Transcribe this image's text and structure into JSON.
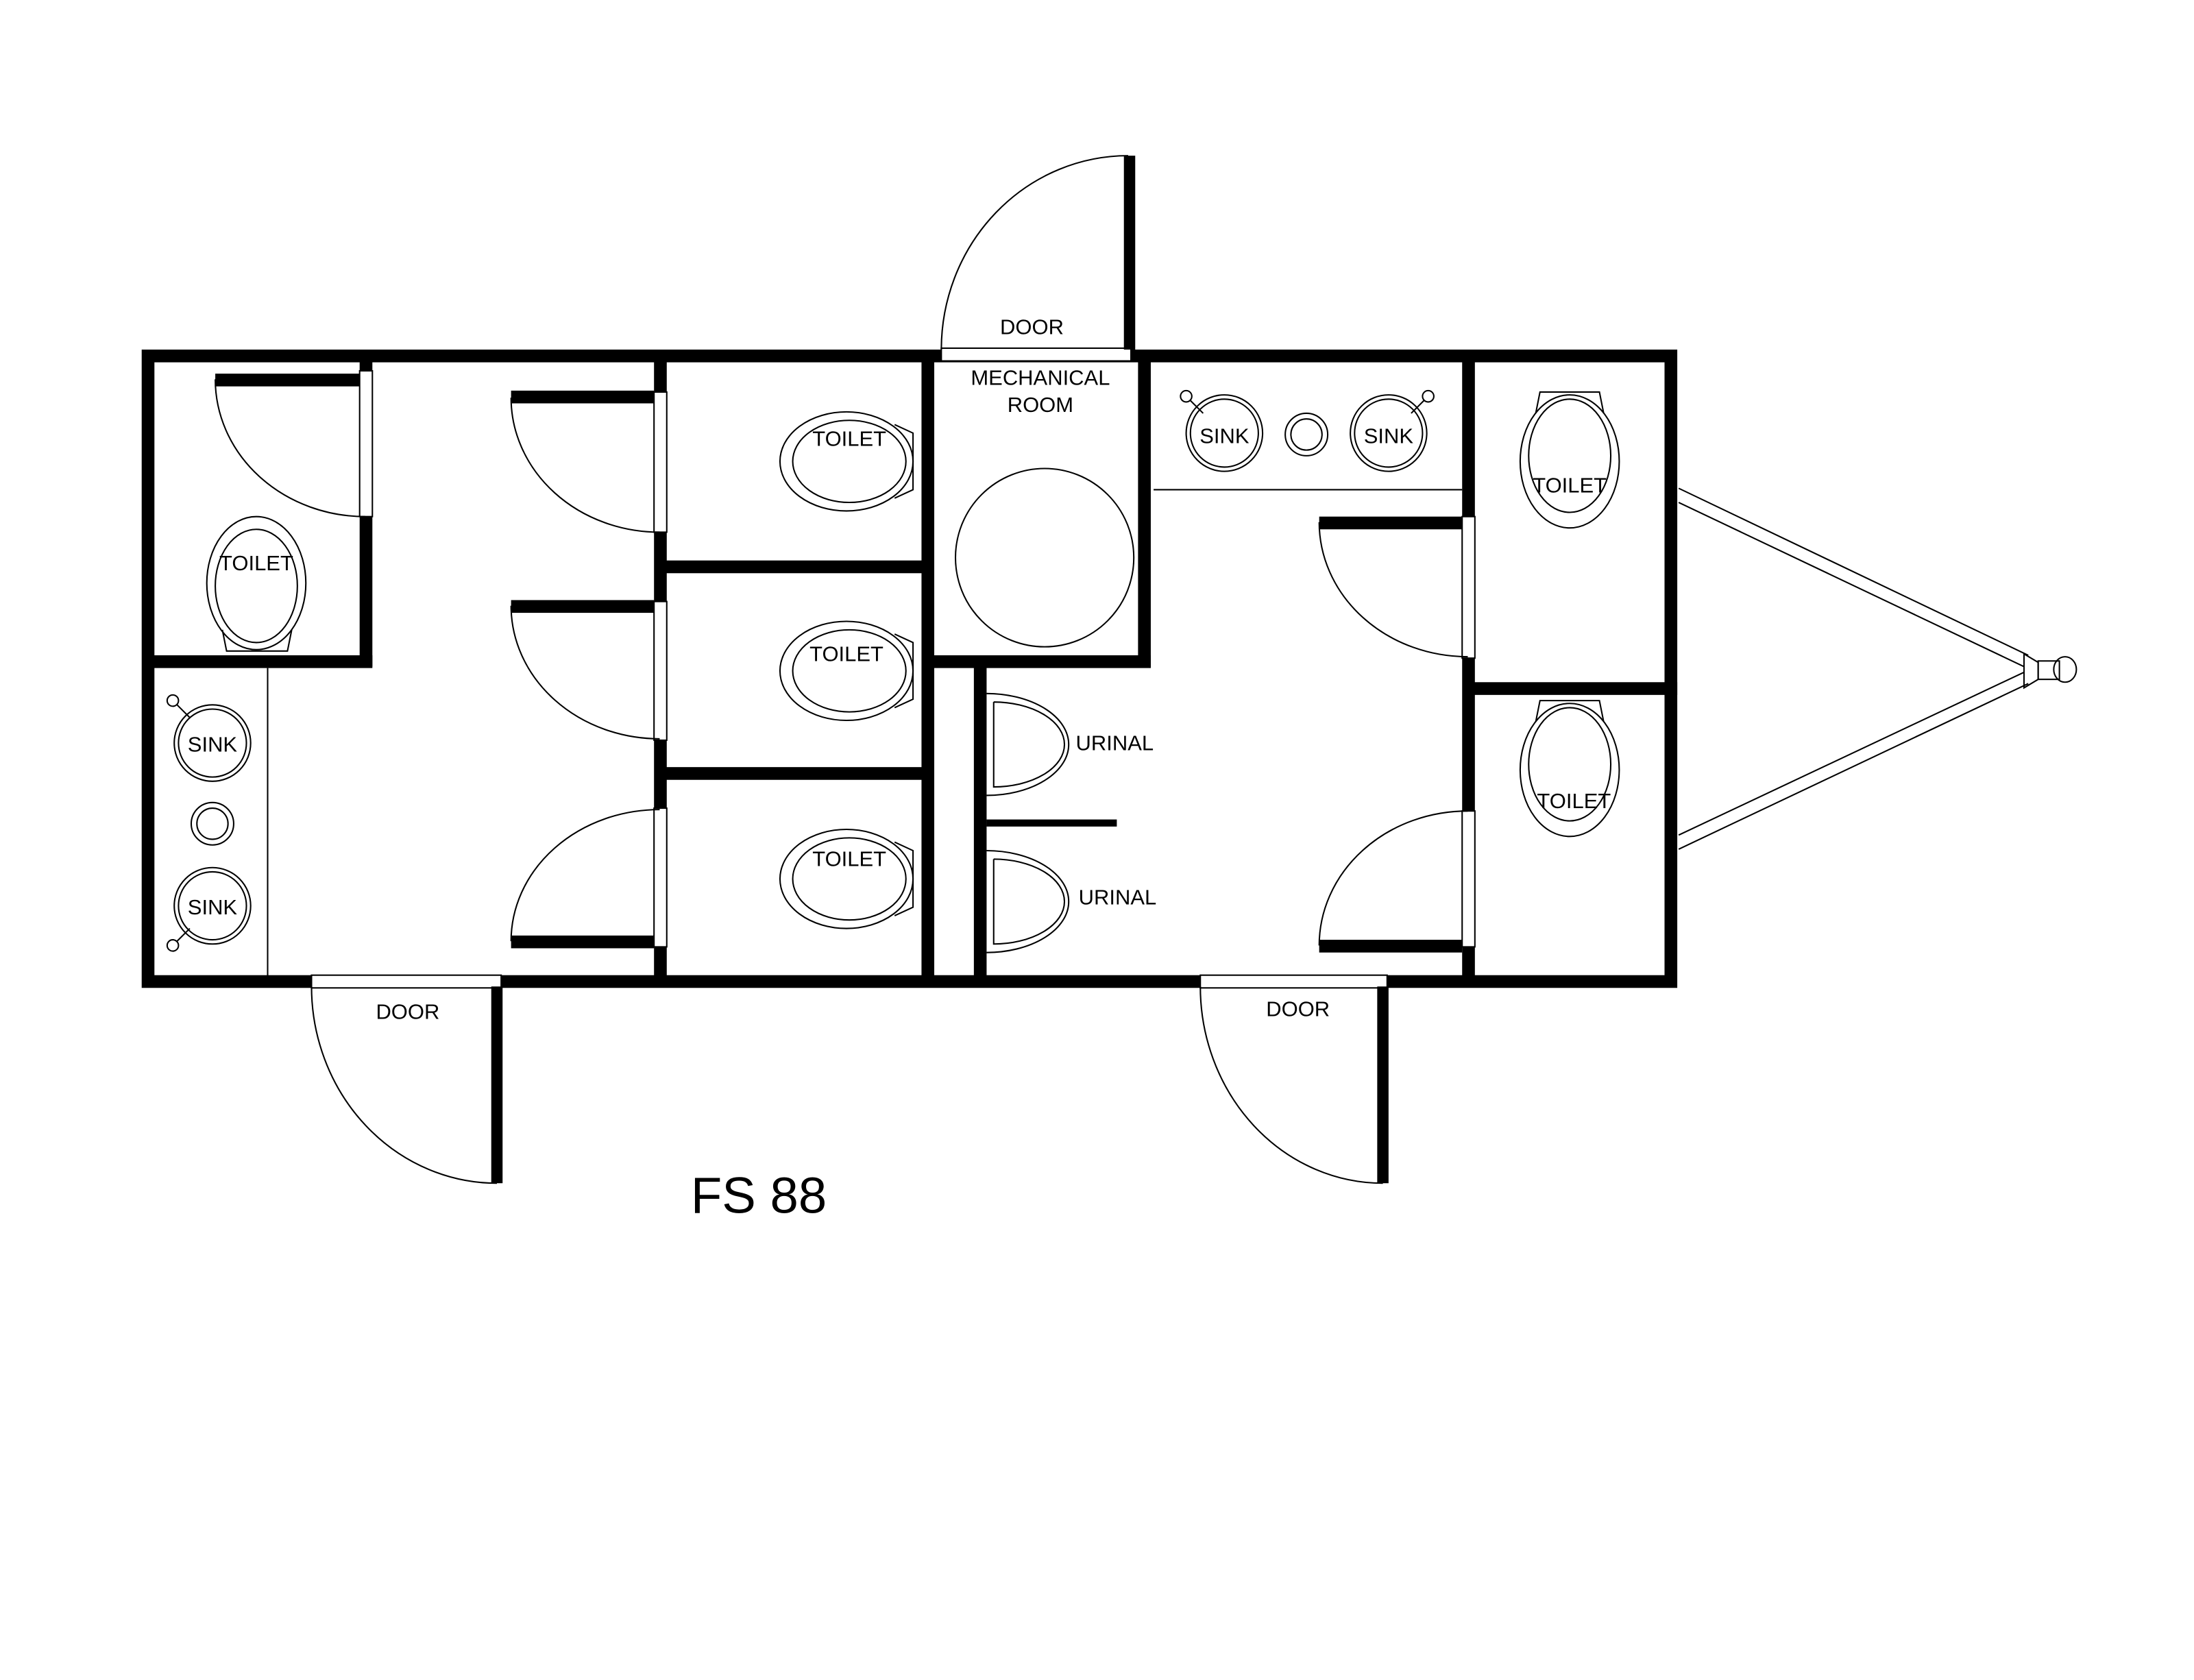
{
  "title": "FS 88",
  "labels": {
    "door_top": "DOOR",
    "door_bottom_left": "DOOR",
    "door_bottom_right": "DOOR",
    "mechanical_room": [
      "MECHANICAL",
      "ROOM"
    ],
    "toilet": "TOILET",
    "sink": "SINK",
    "urinal": "URINAL"
  },
  "colors": {
    "line": "#000000",
    "background": "#ffffff"
  }
}
